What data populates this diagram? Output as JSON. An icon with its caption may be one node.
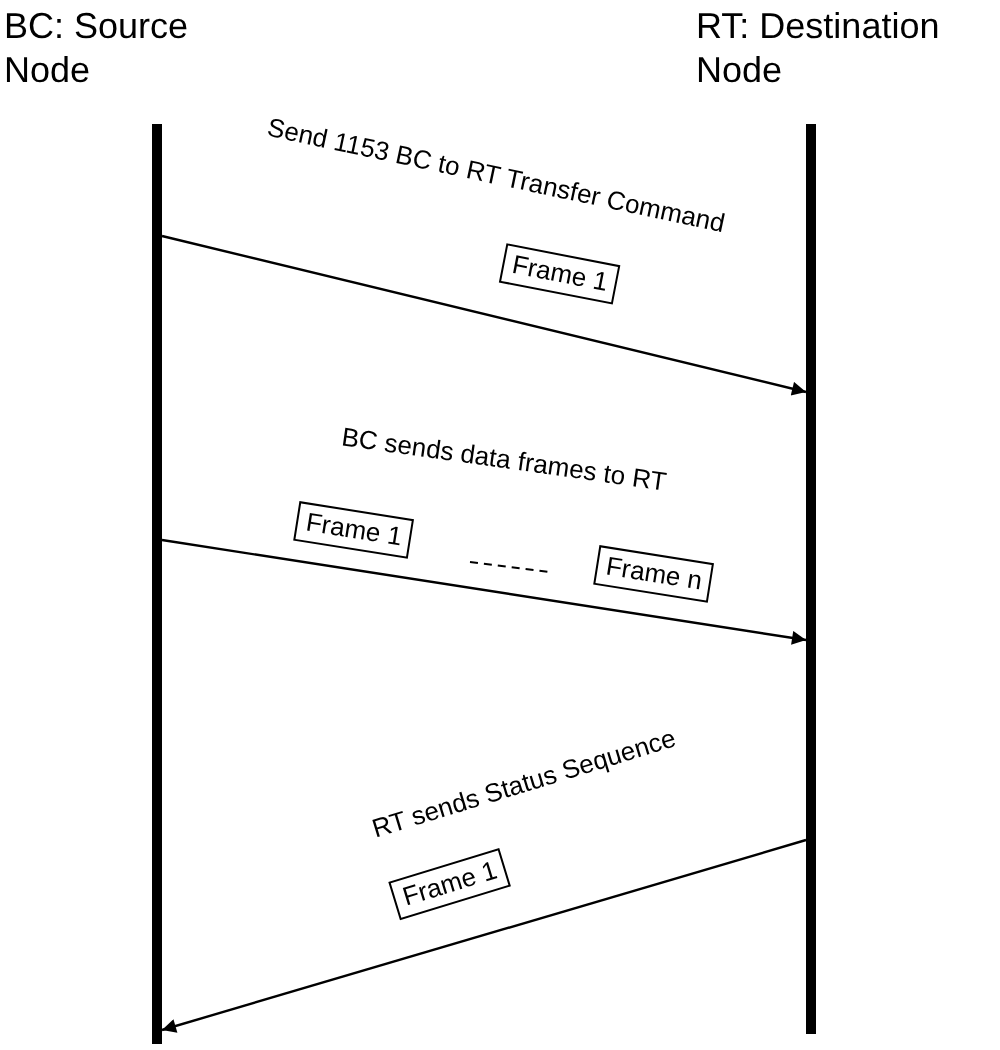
{
  "diagram": {
    "nodes": [
      {
        "text": [],
        "shape": "bar"
      },
      {
        "text": [],
        "shape": "bar"
      },
      {
        "text": [
          "Frame 1"
        ]
      },
      {
        "text": [
          "Frame 1"
        ]
      },
      {
        "text": [
          "Frame n"
        ]
      },
      {
        "text": [
          "Frame 1"
        ]
      }
    ],
    "edges": [
      {
        "from": 0,
        "to": 1,
        "arrow": "to",
        "label": "Send 1153 BC to RT Transfer Command"
      },
      {
        "from": 0,
        "to": 1,
        "arrow": "to",
        "label": "BC sends data frames to RT"
      },
      {
        "from": 1,
        "to": 0,
        "arrow": "to",
        "label": "RT sends Status Sequence"
      }
    ],
    "labels": [
      "BC: Source Node",
      "RT: Destination Node"
    ]
  }
}
